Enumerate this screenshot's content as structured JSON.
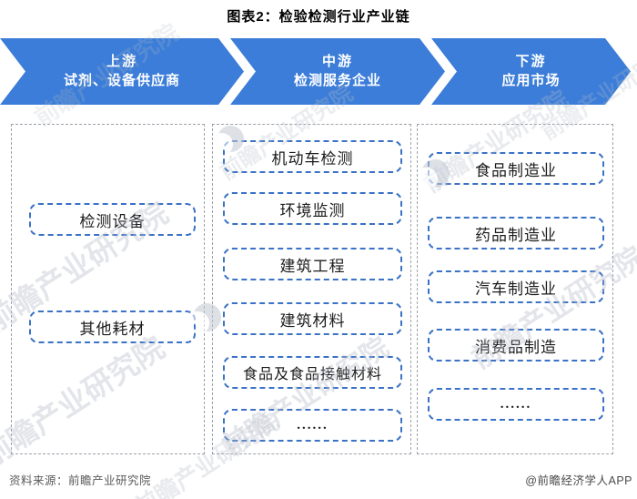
{
  "title": "图表2：检验检测行业产业链",
  "colors": {
    "arrow-blue": "#3b7dd8",
    "box-blue": "#3a72c6",
    "col-border": "#9ca1a8",
    "text-dark": "#1c1c1c",
    "footer-gray": "#5a5a5a",
    "credit-dark": "#4a4a4a",
    "wm-gray": "#b6bdc9"
  },
  "chain": {
    "stages": [
      {
        "line1": "上游",
        "line2": "试剂、设备供应商",
        "items": [
          "检测设备",
          "其他耗材"
        ]
      },
      {
        "line1": "中游",
        "line2": "检测服务企业",
        "items": [
          "机动车检测",
          "环境监测",
          "建筑工程",
          "建筑材料",
          "食品及食品接触材料",
          "......"
        ]
      },
      {
        "line1": "下游",
        "line2": "应用市场",
        "items": [
          "食品制造业",
          "药品制造业",
          "汽车制造业",
          "消费品制造",
          "......"
        ]
      }
    ]
  },
  "footer": {
    "source": "资料来源：前瞻产业研究院",
    "credit": "@前瞻经济学人APP"
  },
  "watermark": {
    "text": "前瞻产业研究院"
  }
}
